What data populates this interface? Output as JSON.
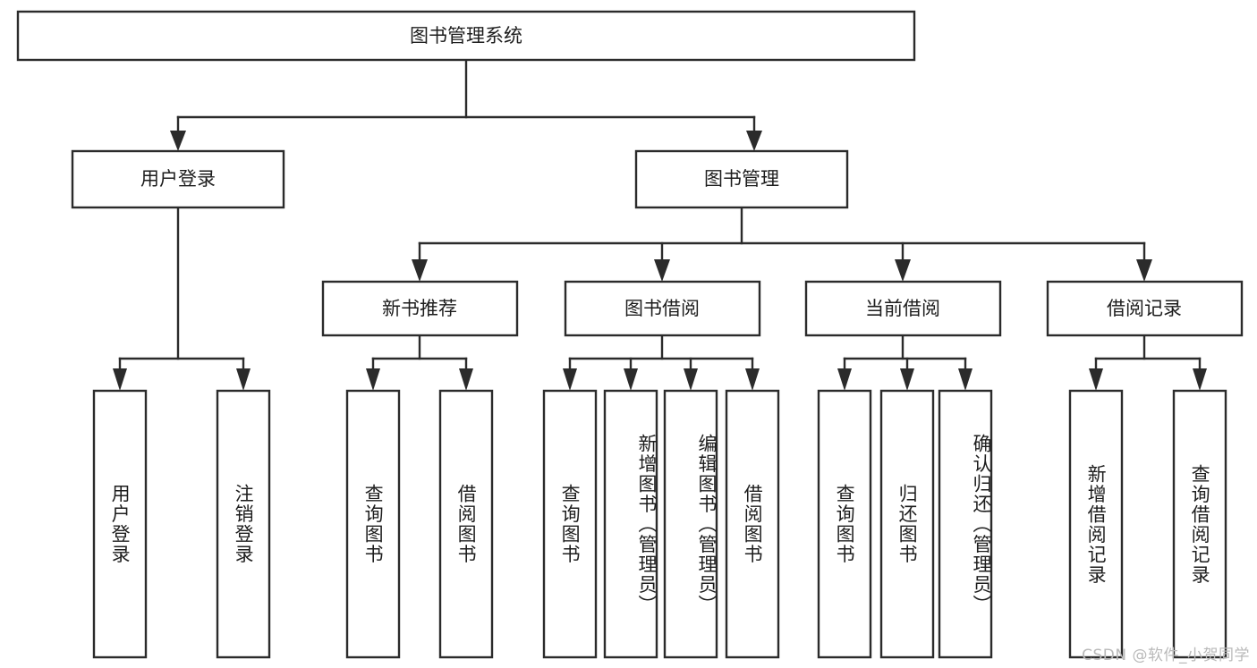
{
  "diagram": {
    "type": "tree-hierarchy-chart",
    "title": "图书管理系统",
    "watermark": "CSDN @软件_小贺同学",
    "colors": {
      "stroke": "#2b2b2b",
      "fill": "#ffffff",
      "text": "#1d1d1d",
      "watermark": "#b9b9b9"
    },
    "levels": {
      "level1": [
        {
          "id": "root",
          "label": "图书管理系统",
          "orientation": "horizontal"
        }
      ],
      "level2": [
        {
          "id": "user-login",
          "label": "用户登录",
          "orientation": "horizontal"
        },
        {
          "id": "book-manage",
          "label": "图书管理",
          "orientation": "horizontal"
        }
      ],
      "level3": [
        {
          "id": "new-book-rec",
          "label": "新书推荐",
          "orientation": "horizontal"
        },
        {
          "id": "book-borrow",
          "label": "图书借阅",
          "orientation": "horizontal"
        },
        {
          "id": "current-borrow",
          "label": "当前借阅",
          "orientation": "horizontal"
        },
        {
          "id": "borrow-record",
          "label": "借阅记录",
          "orientation": "horizontal"
        }
      ],
      "level4": [
        {
          "id": "leaf-user-login",
          "label": "用户登录",
          "orientation": "vertical",
          "parent": "user-login"
        },
        {
          "id": "leaf-logout",
          "label": "注销登录",
          "orientation": "vertical",
          "parent": "user-login"
        },
        {
          "id": "leaf-query-book-1",
          "label": "查询图书",
          "orientation": "vertical",
          "parent": "new-book-rec"
        },
        {
          "id": "leaf-borrow-book-1",
          "label": "借阅图书",
          "orientation": "vertical",
          "parent": "new-book-rec"
        },
        {
          "id": "leaf-query-book-2",
          "label": "查询图书",
          "orientation": "vertical",
          "parent": "book-borrow"
        },
        {
          "id": "leaf-add-book",
          "label": "新增图书（管理员）",
          "orientation": "vertical",
          "parent": "book-borrow"
        },
        {
          "id": "leaf-edit-book",
          "label": "编辑图书（管理员）",
          "orientation": "vertical",
          "parent": "book-borrow"
        },
        {
          "id": "leaf-borrow-book-2",
          "label": "借阅图书",
          "orientation": "vertical",
          "parent": "book-borrow"
        },
        {
          "id": "leaf-query-book-3",
          "label": "查询图书",
          "orientation": "vertical",
          "parent": "current-borrow"
        },
        {
          "id": "leaf-return-book",
          "label": "归还图书",
          "orientation": "vertical",
          "parent": "current-borrow"
        },
        {
          "id": "leaf-confirm-return",
          "label": "确认归还（管理员）",
          "orientation": "vertical",
          "parent": "current-borrow"
        },
        {
          "id": "leaf-add-record",
          "label": "新增借阅记录",
          "orientation": "vertical",
          "parent": "borrow-record"
        },
        {
          "id": "leaf-query-record",
          "label": "查询借阅记录",
          "orientation": "vertical",
          "parent": "borrow-record"
        }
      ]
    }
  }
}
